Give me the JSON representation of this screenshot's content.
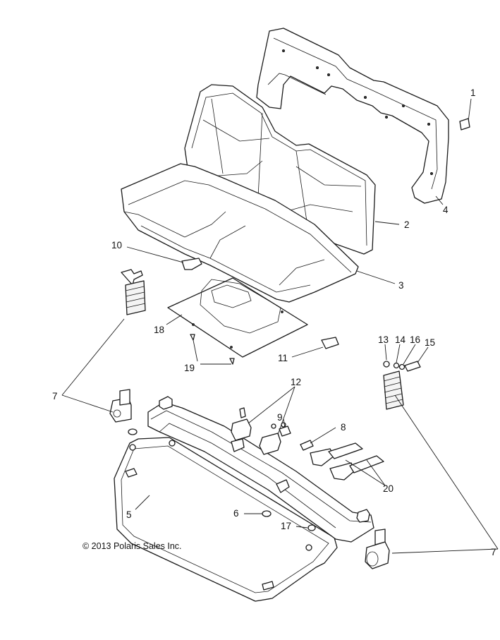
{
  "copyright": "© 2013 Polaris Sales Inc.",
  "callouts": [
    {
      "id": "c1",
      "text": "1"
    },
    {
      "id": "c2",
      "text": "2"
    },
    {
      "id": "c3",
      "text": "3"
    },
    {
      "id": "c4",
      "text": "4"
    },
    {
      "id": "c5",
      "text": "5"
    },
    {
      "id": "c6",
      "text": "6"
    },
    {
      "id": "c7a",
      "text": "7"
    },
    {
      "id": "c7b",
      "text": "7"
    },
    {
      "id": "c8",
      "text": "8"
    },
    {
      "id": "c9",
      "text": "9"
    },
    {
      "id": "c10",
      "text": "10"
    },
    {
      "id": "c11",
      "text": "11"
    },
    {
      "id": "c12",
      "text": "12"
    },
    {
      "id": "c13",
      "text": "13"
    },
    {
      "id": "c14",
      "text": "14"
    },
    {
      "id": "c15",
      "text": "15"
    },
    {
      "id": "c16",
      "text": "16"
    },
    {
      "id": "c17",
      "text": "17"
    },
    {
      "id": "c18",
      "text": "18"
    },
    {
      "id": "c19",
      "text": "19"
    },
    {
      "id": "c20",
      "text": "20"
    }
  ]
}
